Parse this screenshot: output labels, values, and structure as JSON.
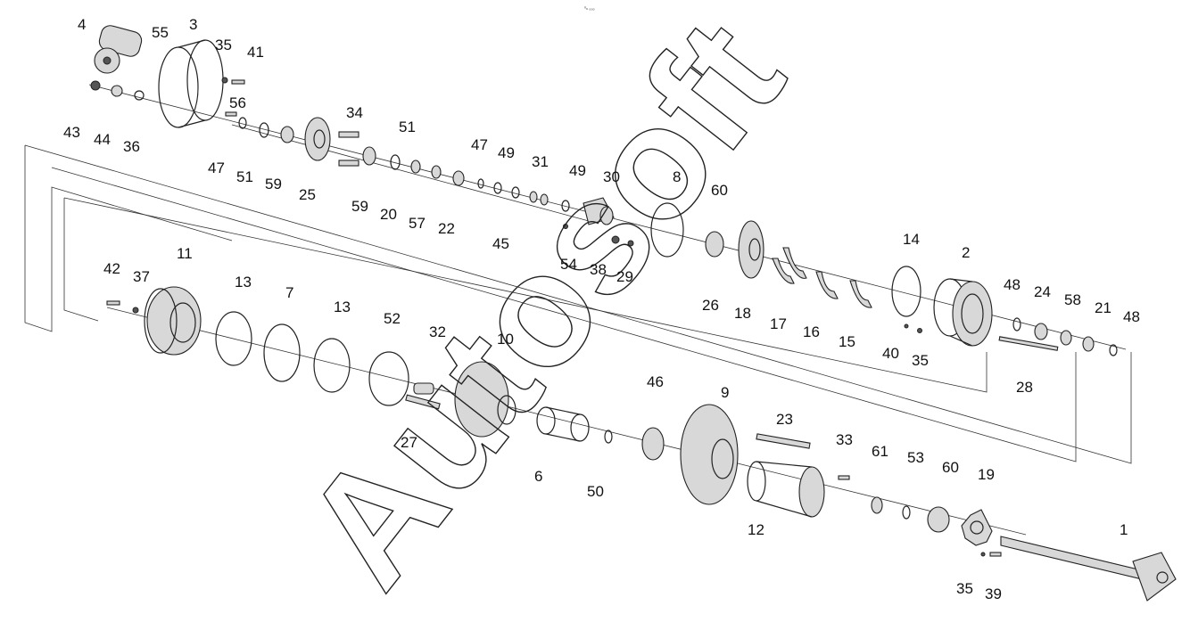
{
  "header": {
    "tiny_label": "⁰ₙ ₀₀₀"
  },
  "watermark": {
    "text": "Autosoft"
  },
  "callouts": [
    {
      "id": "c4",
      "label": "4"
    },
    {
      "id": "c55",
      "label": "55"
    },
    {
      "id": "c3",
      "label": "3"
    },
    {
      "id": "c35a",
      "label": "35"
    },
    {
      "id": "c41",
      "label": "41"
    },
    {
      "id": "c56",
      "label": "56"
    },
    {
      "id": "c43",
      "label": "43"
    },
    {
      "id": "c44",
      "label": "44"
    },
    {
      "id": "c36",
      "label": "36"
    },
    {
      "id": "c47a",
      "label": "47"
    },
    {
      "id": "c51a",
      "label": "51"
    },
    {
      "id": "c59a",
      "label": "59"
    },
    {
      "id": "c25",
      "label": "25"
    },
    {
      "id": "c34",
      "label": "34"
    },
    {
      "id": "c51b",
      "label": "51"
    },
    {
      "id": "c59b",
      "label": "59"
    },
    {
      "id": "c20",
      "label": "20"
    },
    {
      "id": "c57",
      "label": "57"
    },
    {
      "id": "c22",
      "label": "22"
    },
    {
      "id": "c47b",
      "label": "47"
    },
    {
      "id": "c49a",
      "label": "49"
    },
    {
      "id": "c31",
      "label": "31"
    },
    {
      "id": "c45",
      "label": "45"
    },
    {
      "id": "c49b",
      "label": "49"
    },
    {
      "id": "c30",
      "label": "30"
    },
    {
      "id": "c54",
      "label": "54"
    },
    {
      "id": "c38",
      "label": "38"
    },
    {
      "id": "c29",
      "label": "29"
    },
    {
      "id": "c8",
      "label": "8"
    },
    {
      "id": "c60a",
      "label": "60"
    },
    {
      "id": "c26",
      "label": "26"
    },
    {
      "id": "c18",
      "label": "18"
    },
    {
      "id": "c17",
      "label": "17"
    },
    {
      "id": "c16",
      "label": "16"
    },
    {
      "id": "c15",
      "label": "15"
    },
    {
      "id": "c14",
      "label": "14"
    },
    {
      "id": "c2",
      "label": "2"
    },
    {
      "id": "c40",
      "label": "40"
    },
    {
      "id": "c35b",
      "label": "35"
    },
    {
      "id": "c48a",
      "label": "48"
    },
    {
      "id": "c24",
      "label": "24"
    },
    {
      "id": "c58",
      "label": "58"
    },
    {
      "id": "c21",
      "label": "21"
    },
    {
      "id": "c48b",
      "label": "48"
    },
    {
      "id": "c28",
      "label": "28"
    },
    {
      "id": "c42",
      "label": "42"
    },
    {
      "id": "c37",
      "label": "37"
    },
    {
      "id": "c11",
      "label": "11"
    },
    {
      "id": "c13a",
      "label": "13"
    },
    {
      "id": "c7",
      "label": "7"
    },
    {
      "id": "c13b",
      "label": "13"
    },
    {
      "id": "c52",
      "label": "52"
    },
    {
      "id": "c32",
      "label": "32"
    },
    {
      "id": "c10",
      "label": "10"
    },
    {
      "id": "c27",
      "label": "27"
    },
    {
      "id": "c6",
      "label": "6"
    },
    {
      "id": "c50",
      "label": "50"
    },
    {
      "id": "c46",
      "label": "46"
    },
    {
      "id": "c9",
      "label": "9"
    },
    {
      "id": "c23",
      "label": "23"
    },
    {
      "id": "c33",
      "label": "33"
    },
    {
      "id": "c61",
      "label": "61"
    },
    {
      "id": "c53",
      "label": "53"
    },
    {
      "id": "c60b",
      "label": "60"
    },
    {
      "id": "c19",
      "label": "19"
    },
    {
      "id": "c12",
      "label": "12"
    },
    {
      "id": "c1",
      "label": "1"
    },
    {
      "id": "c35c",
      "label": "35"
    },
    {
      "id": "c39",
      "label": "39"
    }
  ]
}
